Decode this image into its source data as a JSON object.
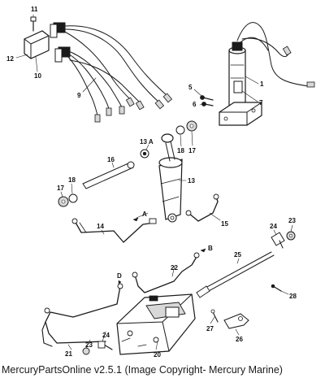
{
  "callouts": [
    {
      "id": "c1",
      "text": "1"
    },
    {
      "id": "c5",
      "text": "5"
    },
    {
      "id": "c6",
      "text": "6"
    },
    {
      "id": "c7",
      "text": "7"
    },
    {
      "id": "c9",
      "text": "9"
    },
    {
      "id": "c10",
      "text": "10"
    },
    {
      "id": "c11",
      "text": "11"
    },
    {
      "id": "c12",
      "text": "12"
    },
    {
      "id": "c13a",
      "text": "13 A"
    },
    {
      "id": "c13",
      "text": "13"
    },
    {
      "id": "c14",
      "text": "14"
    },
    {
      "id": "c15",
      "text": "15"
    },
    {
      "id": "c16",
      "text": "16"
    },
    {
      "id": "c17a",
      "text": "17"
    },
    {
      "id": "c17b",
      "text": "17"
    },
    {
      "id": "c18a",
      "text": "18"
    },
    {
      "id": "c18b",
      "text": "18"
    },
    {
      "id": "c20",
      "text": "20"
    },
    {
      "id": "c21",
      "text": "21"
    },
    {
      "id": "c22",
      "text": "22"
    },
    {
      "id": "c23a",
      "text": "23"
    },
    {
      "id": "c23b",
      "text": "23"
    },
    {
      "id": "c24a",
      "text": "24"
    },
    {
      "id": "c24b",
      "text": "24"
    },
    {
      "id": "c25",
      "text": "25"
    },
    {
      "id": "c26",
      "text": "26"
    },
    {
      "id": "c27",
      "text": "27"
    },
    {
      "id": "c28",
      "text": "28"
    },
    {
      "id": "cA1",
      "text": "A"
    },
    {
      "id": "cB1",
      "text": "B"
    },
    {
      "id": "cD1",
      "text": "D"
    }
  ],
  "footer": {
    "caption": "MercuryPartsOnline v2.5.1 (Image Copyright- Mercury Marine)"
  }
}
